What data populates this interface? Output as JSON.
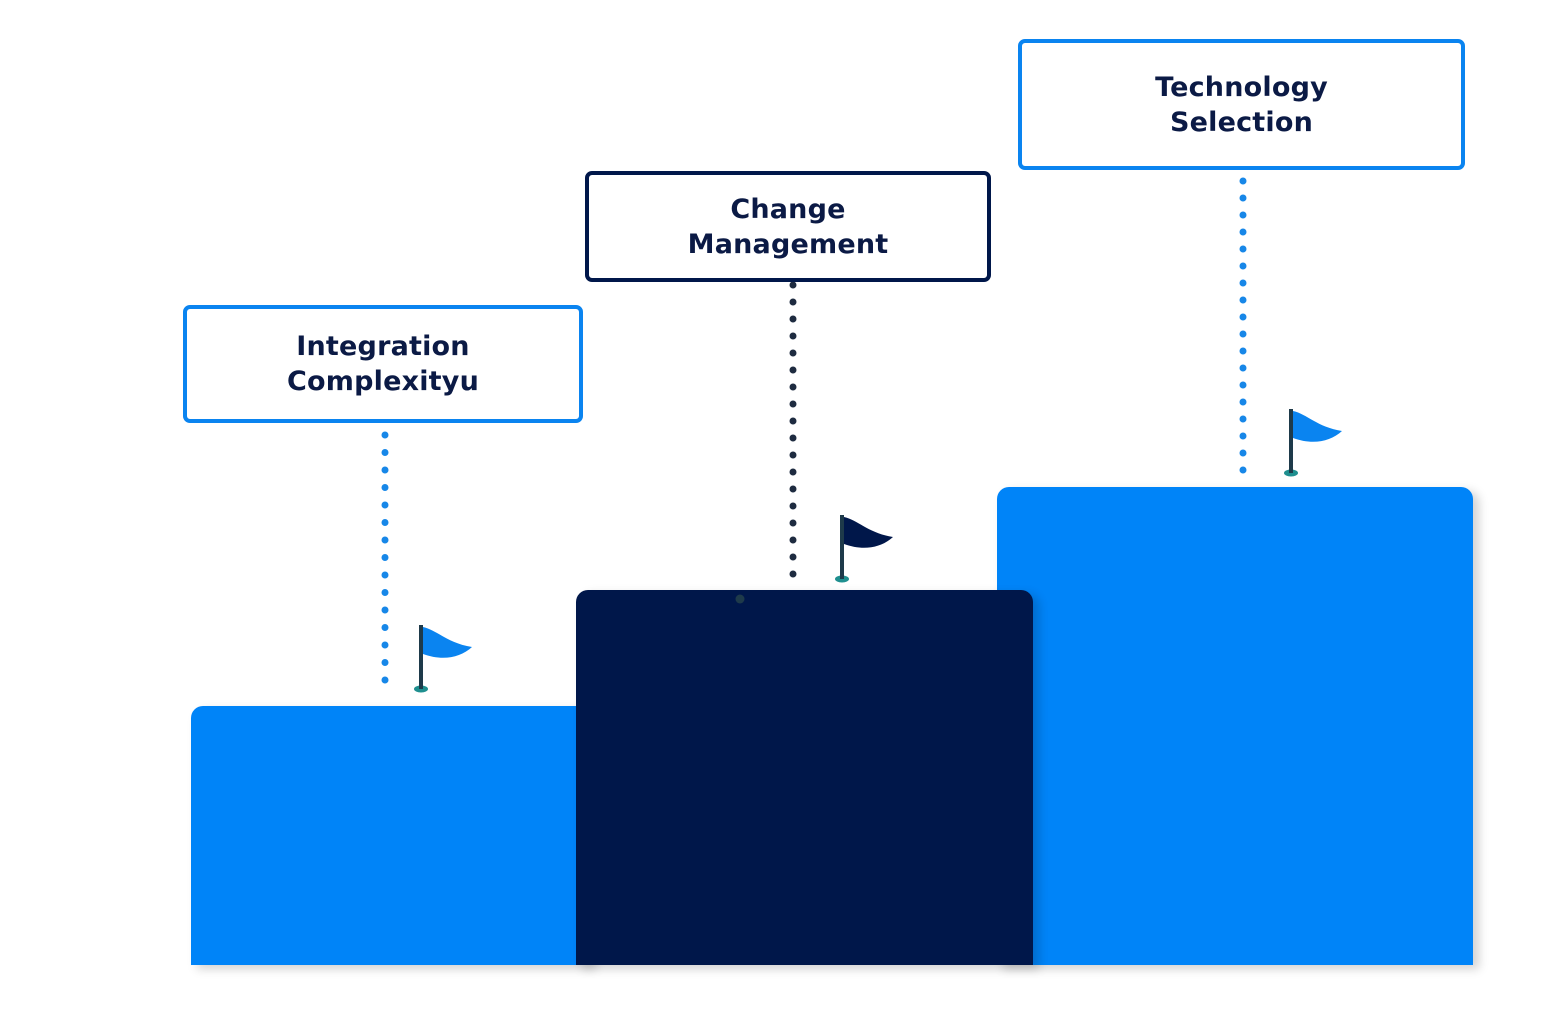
{
  "colors": {
    "light_blue": "#0084f8",
    "dark_navy": "#00174a",
    "label_text": "#0b1a45",
    "flag_pole": "#1e3a4a",
    "flag_base": "#1f8f8f"
  },
  "steps": [
    {
      "label_line1": "Integration",
      "label_line2": "Complexityu",
      "block_color": "#0084f8",
      "border_color": "#0a84f0",
      "connector_color": "#1787e8",
      "flag_color": "#0a84f0",
      "flag_icon": "flag-icon"
    },
    {
      "label_line1": "Change",
      "label_line2": "Management",
      "block_color": "#00174a",
      "border_color": "#00174a",
      "connector_color": "#1e2b40",
      "flag_color": "#00174a",
      "flag_icon": "flag-icon"
    },
    {
      "label_line1": "Technology",
      "label_line2": "Selection",
      "block_color": "#0084f8",
      "border_color": "#0a84f0",
      "connector_color": "#1787e8",
      "flag_color": "#0a84f0",
      "flag_icon": "flag-icon"
    }
  ]
}
